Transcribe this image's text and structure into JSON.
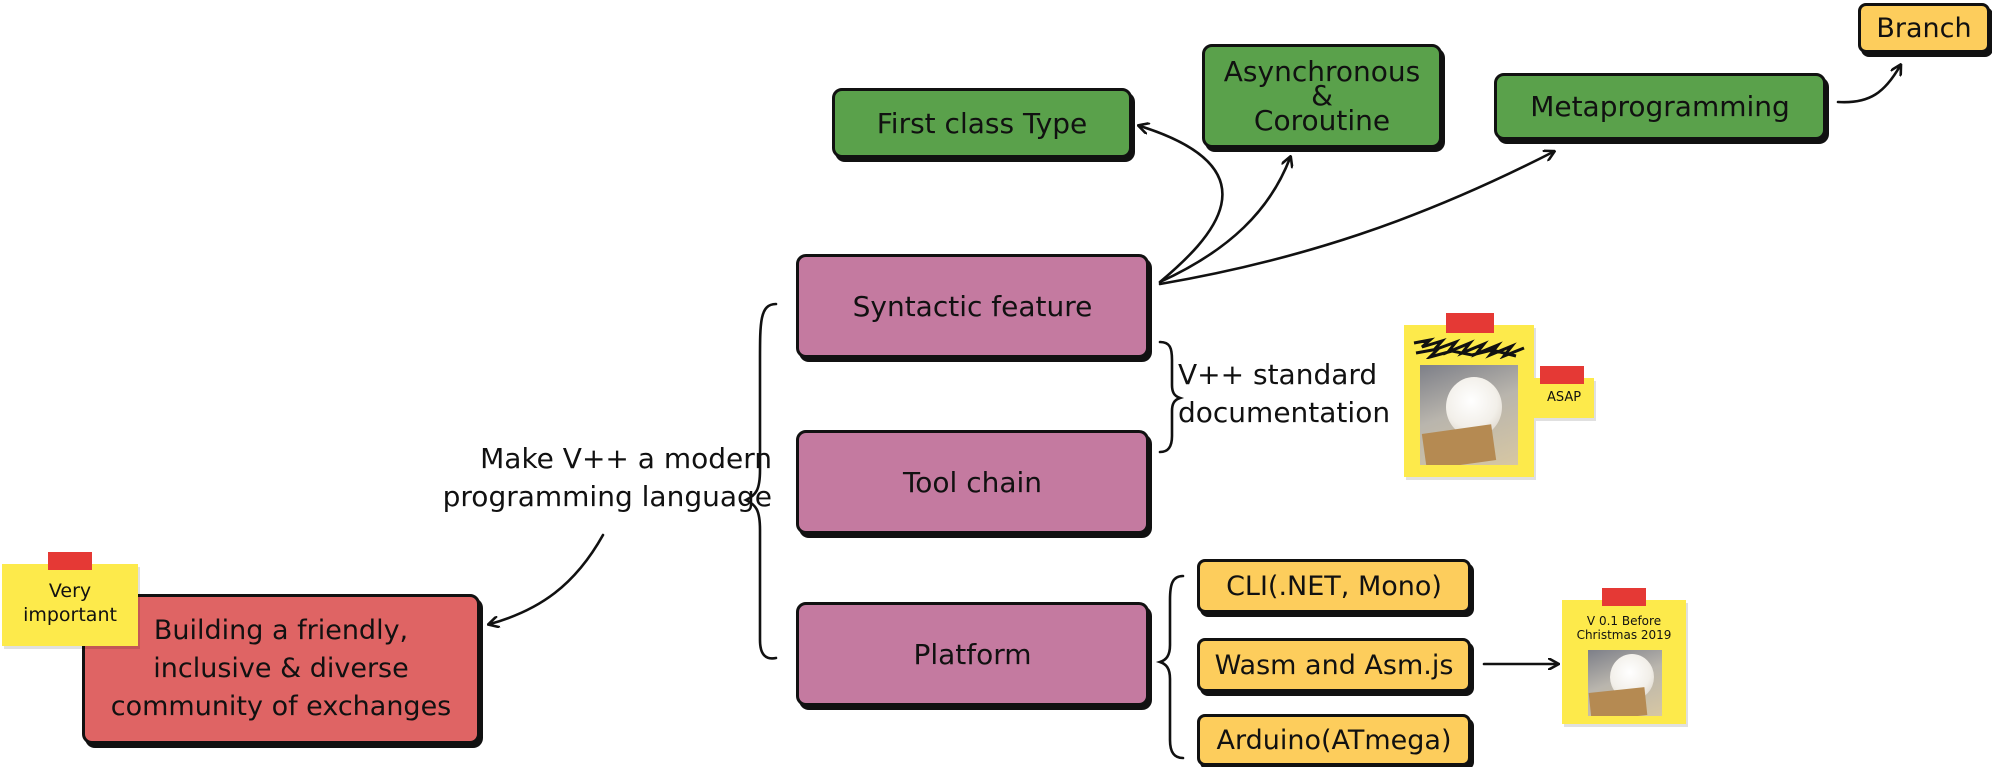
{
  "diagram": {
    "nodes": {
      "first_class_type": "First class Type",
      "async_line1": "Asynchronous",
      "async_line2": "&",
      "async_line3": "Coroutine",
      "metaprogramming": "Metaprogramming",
      "branch": "Branch",
      "syntactic_feature": "Syntactic feature",
      "tool_chain": "Tool chain",
      "platform": "Platform",
      "cli": "CLI(.NET, Mono)",
      "wasm": "Wasm and Asm.js",
      "arduino": "Arduino(ATmega)",
      "community_line1": "Building a friendly,",
      "community_line2": "inclusive & diverse",
      "community_line3": "community of exchanges"
    },
    "labels": {
      "goal_line1": "Make V++ a modern",
      "goal_line2": "programming language",
      "doc_line1": "V++ standard",
      "doc_line2": "documentation"
    },
    "notes": {
      "very_line1": "Very",
      "very_line2": "important",
      "asap": "ASAP",
      "v01_line1": "V 0.1 Before",
      "v01_line2": "Christmas 2019"
    },
    "colors": {
      "green": "#5aa14b",
      "pink": "#c47aa0",
      "red": "#df6464",
      "yellow": "#fdcd5c",
      "sticky": "#fdea4b",
      "tape": "#e53935"
    }
  }
}
